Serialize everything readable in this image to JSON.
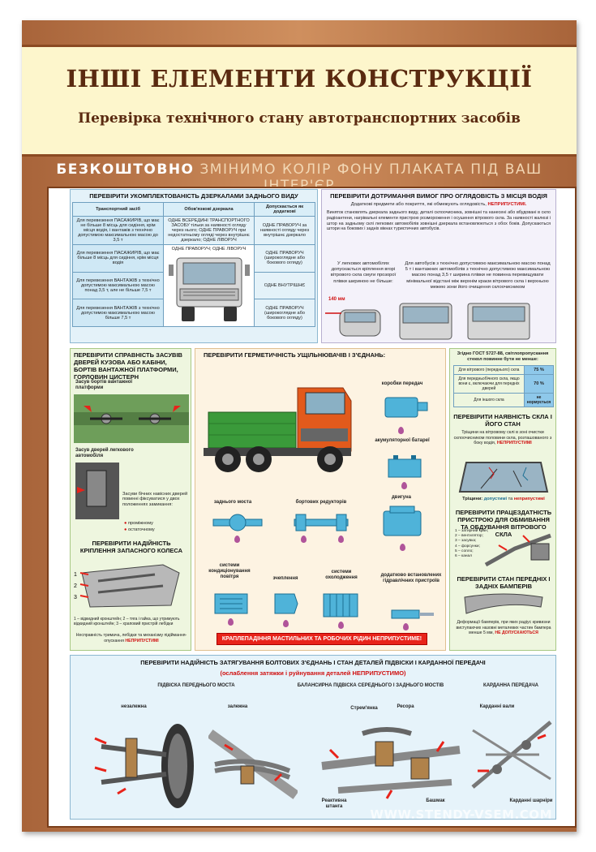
{
  "header": {
    "title": "ІНШІ ЕЛЕМЕНТИ КОНСТРУКЦІЇ",
    "subtitle": "Перевірка технічного стану автотранспортних засобів"
  },
  "banner": {
    "bold": "БЕЗКОШТОВНО",
    "rest": "ЗМІНИМО КОЛІР ФОНУ ПЛАКАТА ПІД ВАШ ІНТЕР'ЄР"
  },
  "mirrors": {
    "title": "ПЕРЕВІРИТИ УКОМПЛЕКТОВАНІСТЬ ДЗЕРКАЛАМИ ЗАДНЬОГО ВИДУ",
    "headers": [
      "Транспортний засіб",
      "Обов'язкові дзеркала",
      "Допускається як додаткові"
    ],
    "rows": [
      [
        "Для перевезення ПАСАЖИРІВ, що має не більше 8 місць для сидіння, крім місця водія, і вантажів з технічно допустимою максимальною масою до 3,5 т",
        "ОДНЕ ВСЕРЕДИНІ ТРАНСПОРТНОГО ЗАСОБУ тільки за наявності огляду через нього; ОДНЕ ПРАВОРУЧ при недостатньому огляді через внутрішнє дзеркало; ОДНЕ ЛІВОРУЧ",
        "ОДНЕ ПРАВОРУЧ за наявності огляду через внутрішнє дзеркало"
      ],
      [
        "Для перевезення ПАСАЖИРІВ, що має більше 8 місць для сидіння, крім місця водія",
        "ОДНЕ ПРАВОРУЧ; ОДНЕ ЛІВОРУЧ",
        "ОДНЕ ПРАВОРУЧ (широкоглядне або бокового огляду)"
      ],
      [
        "Для перевезення ВАНТАЖІВ з технічно допустимою максимальною масою понад 3,5 т, але не більше 7,5 т",
        "",
        "ОДНЕ ВНУТРІШНЄ"
      ],
      [
        "Для перевезення ВАНТАЖІВ з технічно допустимою максимальною масою більше 7,5 т",
        "",
        "ОДНЕ ПРАВОРУЧ (широкоглядне або бокового огляду)"
      ]
    ]
  },
  "visibility": {
    "title": "ПЕРЕВІРИТИ ДОТРИМАННЯ ВИМОГ ПРО ОГЛЯДОВІСТЬ З МІСЦЯ ВОДІЯ",
    "p1": "Додаткові предмети або покриття, які обмежують оглядовість,",
    "p1_red": "НЕПРИПУСТИМІ.",
    "p2": "Виняток становлять дзеркала заднього виду, деталі склоочисника, зовнішні та нанесені або вбудовані в скло радіоантени, нагрівальні елементи пристрою розмороження і осушення вітрового скла. За наявності жалюзі і штор на задньому склі легкових автомобілів зовнішні дзеркала встановлюються з обох боків. Допускаються штори на бокових і задніх вікнах туристичних автобусів.",
    "car_note": "У легкових автомобілях допускається кріплення вгорі вітрового скла смуги прозорої плівки шириною не більше:",
    "bus_note": "Для автобусів з технічно допустимою максимальною масою понад 5 т і вантажних автомобілів з технічно допустимою максимальною масою понад 3,5 т ширина плівки не повинна перевищувати мінімальної відстані між верхнім краєм вітрового скла і верхньою межею зони його очищення склоочисником",
    "dim": "140 мм"
  },
  "locks": {
    "title": "ПЕРЕВІРИТИ СПРАВНІСТЬ ЗАСУВІВ ДВЕРЕЙ КУЗОВА АБО КАБІНИ, БОРТІВ ВАНТАЖНОЇ ПЛАТФОРМИ, ГОРЛОВИН ЦИСТЕРН",
    "l1": "Засув бортів вантажної платформи",
    "l2": "Засув дверей легкового автомобіля",
    "l3": "Засуви бічних навісних дверей повинні фіксуватися у двох положеннях замикання:",
    "l3a": "проміжному",
    "l3b": "остаточному"
  },
  "spare": {
    "title": "ПЕРЕВІРИТИ НАДІЙНІСТЬ КРІПЛЕННЯ ЗАПАСНОГО КОЛЕСА",
    "legend": "1 – відкидний кронштейн; 2 – тяга і гайка, що утримують відкидний кронштейн; 3 – храповий пристрій лебідки",
    "note": "Несправність тримача, лебідки та механізму підіймання-опускання",
    "note_red": "НЕПРИПУСТИМІ"
  },
  "seals": {
    "title": "ПЕРЕВІРИТИ ГЕРМЕТИЧНІСТЬ УЩІЛЬНЮВАЧІВ І З'ЄДНАНЬ:",
    "items": [
      "коробки передач",
      "акумуляторної батареї",
      "двигуна",
      "заднього моста",
      "бортових редукторів",
      "системи кондиціонування повітря",
      "зчеплення",
      "системи охолодження",
      "додатково встановлених гідравлічних пристроїв"
    ],
    "warning": "КРАПЛЕПАДІННЯ МАСТИЛЬНИХ ТА РОБОЧИХ РІДИН НЕПРИПУСТИМЕ!"
  },
  "glass": {
    "std": "Згідно ГОСТ 5727-88, світлопропускання стекол повинне бути не менше:",
    "rows": [
      [
        "Для вітрового (переднього) скла",
        "75 %"
      ],
      [
        "Для передньобічного скла, якщо вони є, включаючи для передніх дверей",
        "70 %"
      ],
      [
        "Для іншого скла",
        "не нормується"
      ]
    ],
    "check_title": "ПЕРЕВІРИТИ НАЯВНІСТЬ СКЛА І ЙОГО СТАН",
    "check_text": "Тріщини на вітровому склі в зоні очистки склоочисником половини скла, розташованого з боку водія,",
    "check_red": "НЕПРИПУСТИМІ",
    "crack": "Тріщини:",
    "crack_ok": "допустимі",
    "crack_and": "та",
    "crack_bad": "неприпустимі",
    "washer_title": "ПЕРЕВІРИТИ ПРАЦЕЗДАТНІСТЬ ПРИСТРОЮ ДЛЯ ОБМИВАННЯ ТА ОБДУВАННЯ ВІТРОВОГО СКЛА",
    "washer_legend": [
      "1 – затирний кран;",
      "2 – вентилятор;",
      "3 – засувка;",
      "4 – форсунки;",
      "5 – сопло;",
      "6 – канал"
    ],
    "bumper_title": "ПЕРЕВІРИТИ СТАН ПЕРЕДНІХ І ЗАДНІХ БАМПЕРІВ",
    "bumper_text": "Деформації бамперів, при яких радіус кривизни виступаючих назовні металевих частин бампера менше 5 мм,",
    "bumper_red": "НЕ ДОПУСКАЮТЬСЯ"
  },
  "bolts": {
    "title": "ПЕРЕВІРИТИ НАДІЙНІСТЬ ЗАТЯГУВАННЯ БОЛТОВИХ З'ЄДНАНЬ І СТАН ДЕТАЛЕЙ ПІДВІСКИ І КАРДАННОЇ ПЕРЕДАЧІ",
    "sub": "(ослаблення затяжки і руйнування деталей НЕПРИПУСТИМО)",
    "col1": "ПІДВІСКА ПЕРЕДНЬОГО МОСТА",
    "col2": "БАЛАНСИРНА ПІДВІСКА СЕРЕДНЬОГО І ЗАДНЬОГО МОСТІВ",
    "col3": "КАРДАННА ПЕРЕДАЧА",
    "l_indep": "незалежна",
    "l_dep": "залежна",
    "l_stirrup": "Стрем'янка",
    "l_spring": "Ресора",
    "l_rod": "Реактивна штанга",
    "l_shoe": "Башмак",
    "l_shafts": "Карданні вали",
    "l_joints": "Карданні шарніри"
  },
  "watermark": "WWW.STENDY-VSEM.COM"
}
